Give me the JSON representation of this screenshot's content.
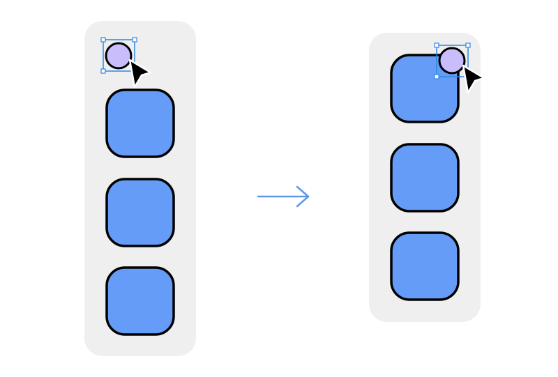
{
  "colors": {
    "background": "#ffffff",
    "panel": "#efefef",
    "square_fill": "#659cf7",
    "square_stroke": "#000000",
    "circle_fill": "#c9bdfb",
    "selection": "#2f86e6",
    "arrow": "#5f97e6",
    "cursor_fill": "#000000",
    "cursor_stroke": "#ffffff"
  },
  "icons": {
    "cursor": "mouse-pointer-icon",
    "transition_arrow": "arrow-right-icon",
    "selection_handles": "selection-box-icon"
  },
  "before": {
    "label": "",
    "square_count": 3,
    "circle_position": "outside-above-squares",
    "circle_selected": true
  },
  "after": {
    "label": "",
    "square_count": 3,
    "circle_position": "overlapping-first-square-top-right",
    "circle_selected": true
  }
}
